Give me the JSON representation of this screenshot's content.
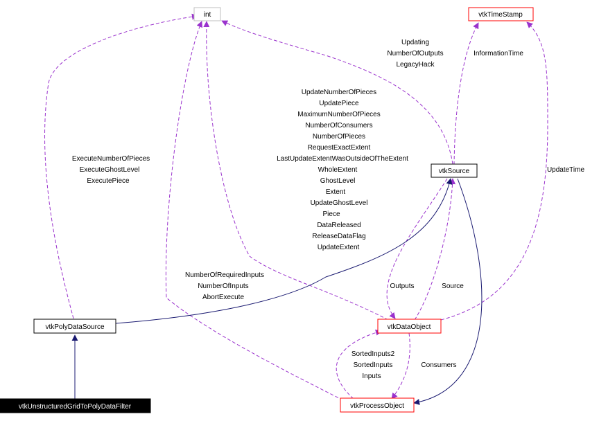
{
  "colors": {
    "inheritance": "#191970",
    "usage": "#9a32cd",
    "red_border": "#ff0000",
    "gray_border": "#bfbfbf",
    "black": "#000000",
    "white": "#ffffff"
  },
  "nodes": {
    "int": "int",
    "vtkTimeStamp": "vtkTimeStamp",
    "vtkSource": "vtkSource",
    "vtkPolyDataSource": "vtkPolyDataSource",
    "vtkDataObject": "vtkDataObject",
    "vtkProcessObject": "vtkProcessObject",
    "vtkUnstructuredGridToPolyDataFilter": "vtkUnstructuredGridToPolyDataFilter"
  },
  "labels": {
    "source_to_timestamp": [
      "Updating",
      "NumberOfOutputs",
      "LegacyHack"
    ],
    "information_time": "InformationTime",
    "update_time": "UpdateTime",
    "dataobject_ints": [
      "UpdateNumberOfPieces",
      "UpdatePiece",
      "MaximumNumberOfPieces",
      "NumberOfConsumers",
      "NumberOfPieces",
      "RequestExactExtent",
      "LastUpdateExtentWasOutsideOfTheExtent",
      "WholeExtent",
      "GhostLevel",
      "Extent",
      "UpdateGhostLevel",
      "Piece",
      "DataReleased",
      "ReleaseDataFlag",
      "UpdateExtent"
    ],
    "polydatasource_ints": [
      "ExecuteNumberOfPieces",
      "ExecuteGhostLevel",
      "ExecutePiece"
    ],
    "processobject_ints": [
      "NumberOfRequiredInputs",
      "NumberOfInputs",
      "AbortExecute"
    ],
    "outputs": "Outputs",
    "source": "Source",
    "inputs": [
      "SortedInputs2",
      "SortedInputs",
      "Inputs"
    ],
    "consumers": "Consumers"
  }
}
